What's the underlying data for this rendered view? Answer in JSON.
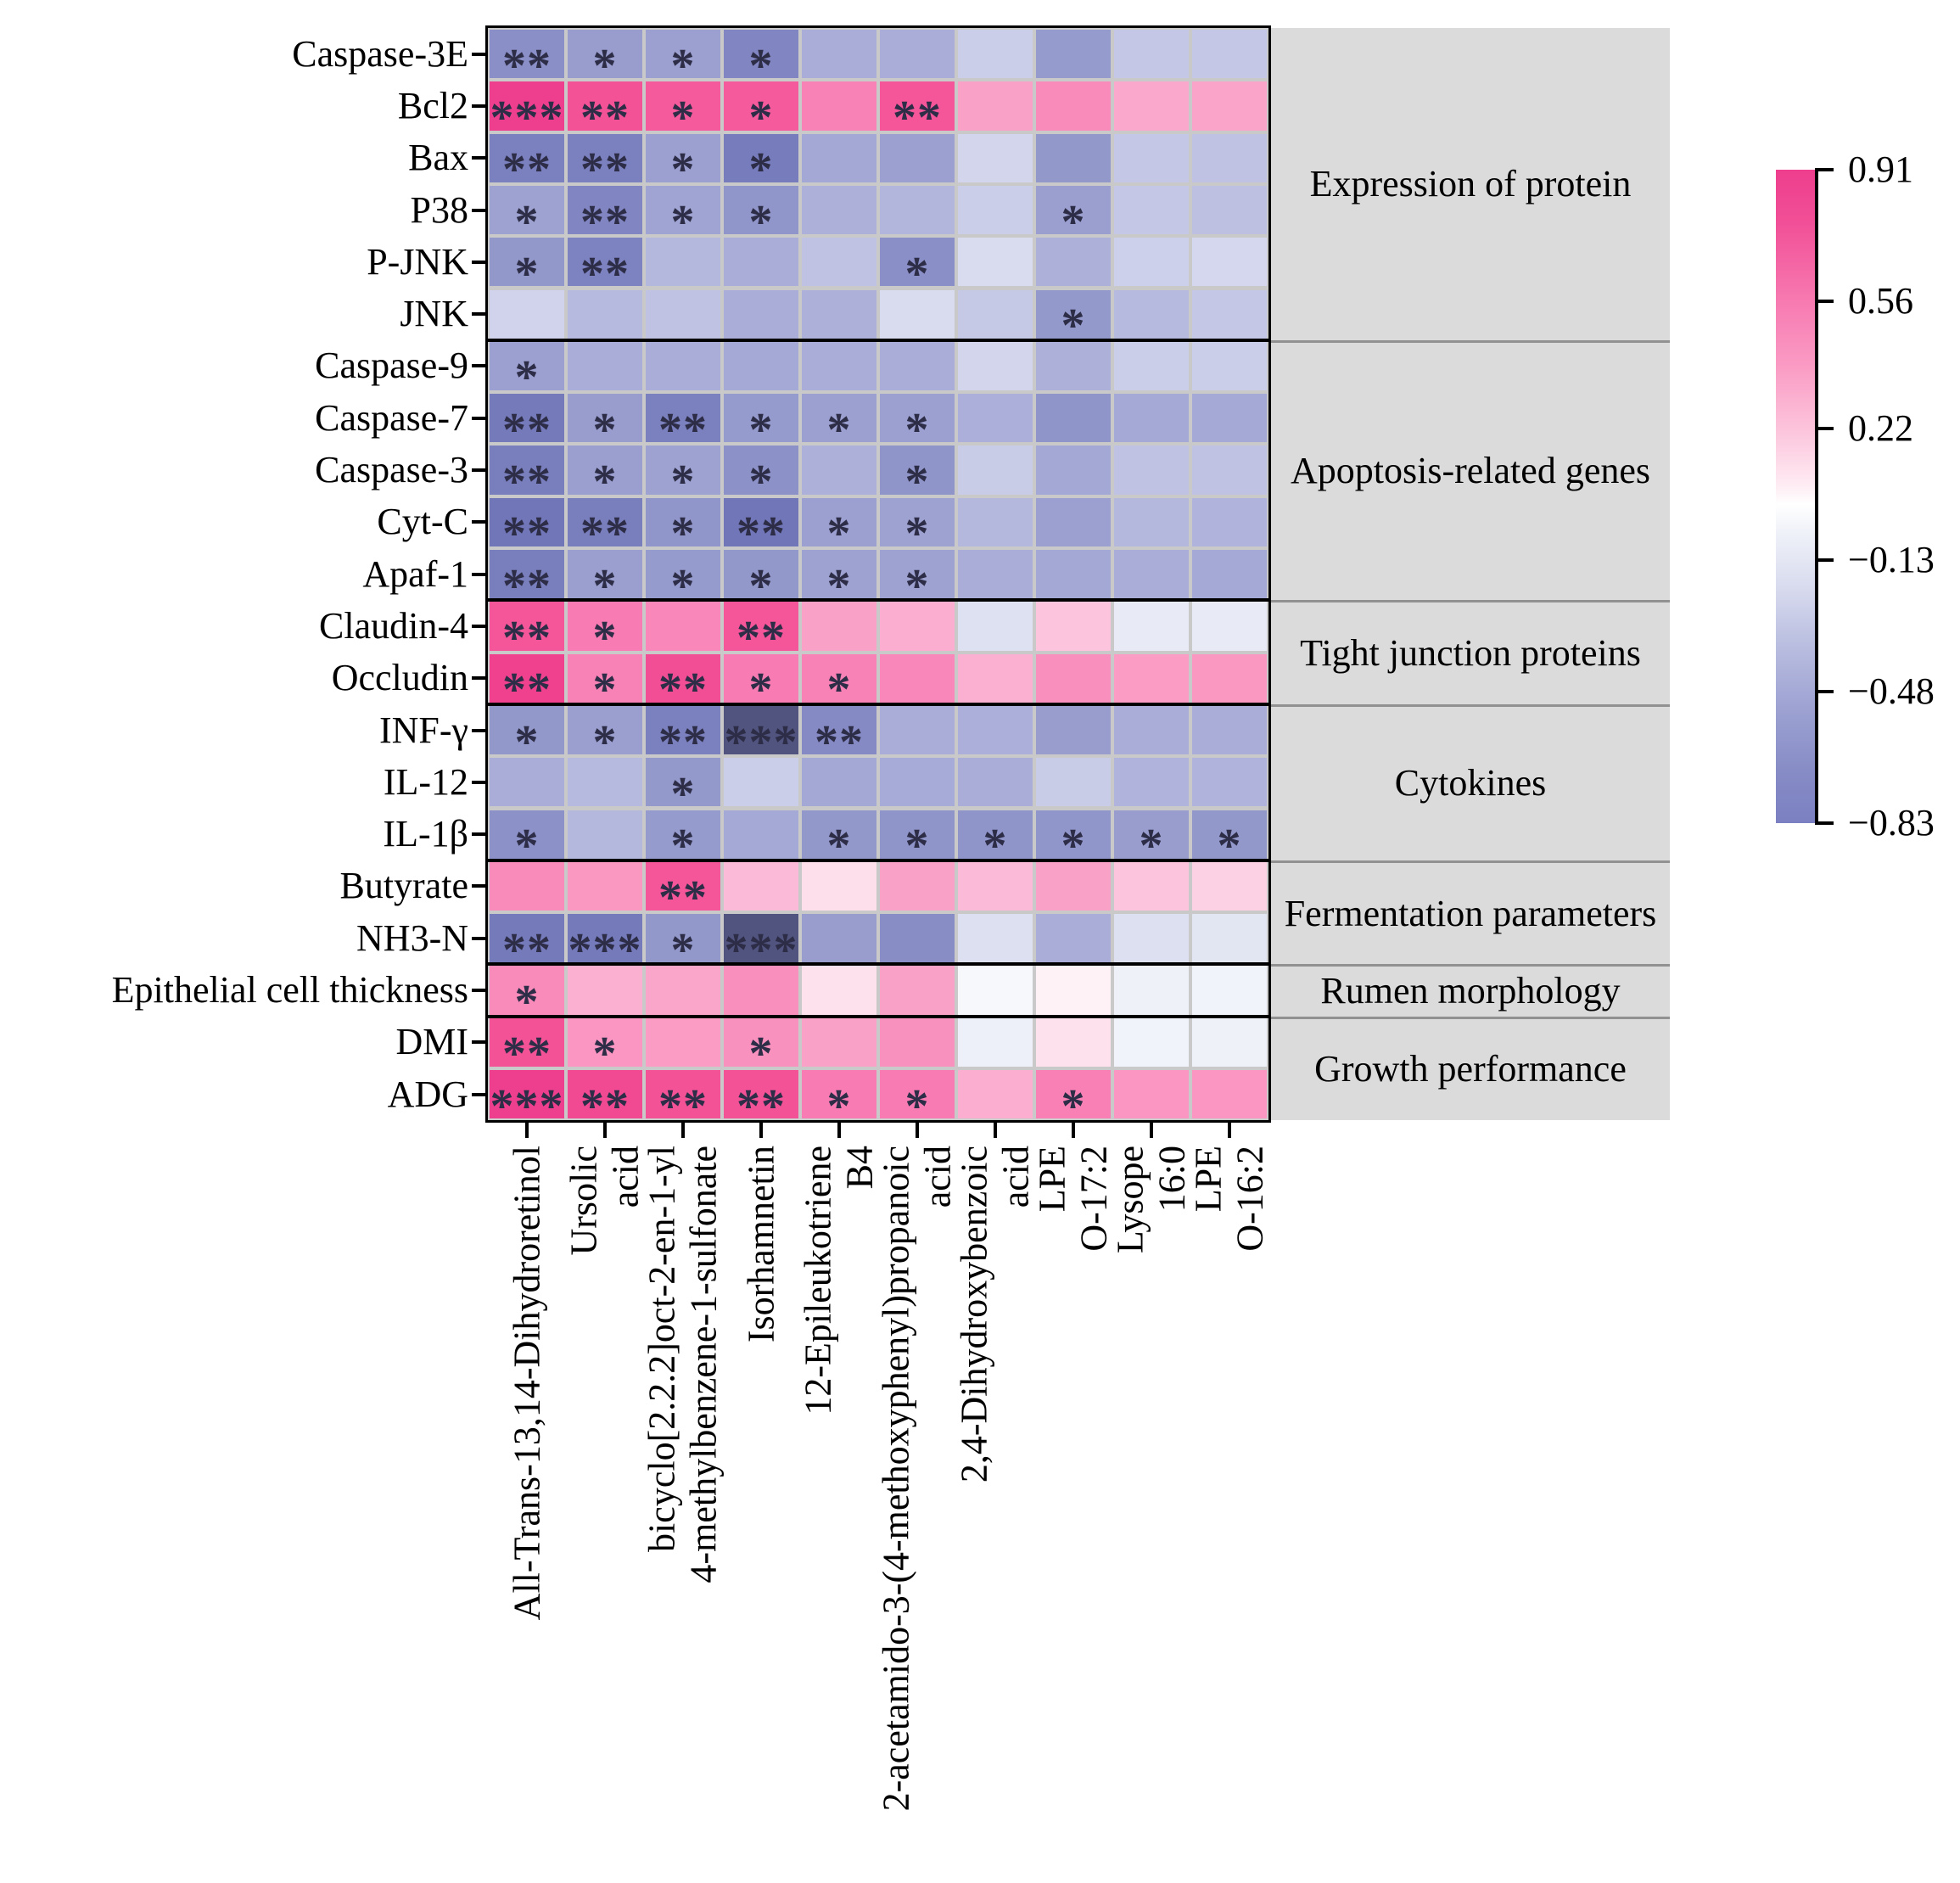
{
  "chart_data": {
    "type": "heatmap",
    "title": "",
    "rows": [
      "Caspase-3E",
      "Bcl2",
      "Bax",
      "P38",
      "P-JNK",
      "JNK",
      "Caspase-9",
      "Caspase-7",
      "Caspase-3",
      "Cyt-C",
      "Apaf-1",
      "Claudin-4",
      "Occludin",
      "INF-γ",
      "IL-12",
      "IL-1β",
      "Butyrate",
      "NH3-N",
      "Epithelial cell thickness",
      "DMI",
      "ADG"
    ],
    "row_groups": [
      {
        "label": "Expression of protein",
        "row_count": 6
      },
      {
        "label": "Apoptosis-related genes",
        "row_count": 5
      },
      {
        "label": "Tight junction proteins",
        "row_count": 2
      },
      {
        "label": "Cytokines",
        "row_count": 3
      },
      {
        "label": "Fermentation parameters",
        "row_count": 2
      },
      {
        "label": "Rumen morphology",
        "row_count": 1
      },
      {
        "label": "Growth performance",
        "row_count": 2
      }
    ],
    "columns": [
      {
        "lines": [
          "All-Trans-13,14-Dihydroretinol"
        ]
      },
      {
        "lines": [
          "Ursolic",
          "acid"
        ]
      },
      {
        "lines": [
          "bicyclo[2.2.2]oct-2-en-1-yl",
          "4-methylbenzene-1-sulfonate"
        ]
      },
      {
        "lines": [
          "Isorhamnetin"
        ]
      },
      {
        "lines": [
          "12-Epileukotriene",
          "B4"
        ]
      },
      {
        "lines": [
          "2-acetamido-3-(4-methoxyphenyl)propanoic",
          "acid"
        ]
      },
      {
        "lines": [
          "2,4-Dihydroxybenzoic",
          "acid"
        ]
      },
      {
        "lines": [
          "LPE",
          "O-17:2"
        ]
      },
      {
        "lines": [
          "Lysope",
          "16:0"
        ]
      },
      {
        "lines": [
          "LPE",
          "O-16:2"
        ]
      }
    ],
    "values": [
      [
        -0.57,
        -0.49,
        -0.47,
        -0.62,
        -0.4,
        -0.4,
        -0.25,
        -0.5,
        -0.28,
        -0.28
      ],
      [
        0.88,
        0.72,
        0.68,
        0.68,
        0.52,
        0.7,
        0.38,
        0.48,
        0.35,
        0.37
      ],
      [
        -0.65,
        -0.65,
        -0.47,
        -0.67,
        -0.43,
        -0.47,
        -0.22,
        -0.52,
        -0.28,
        -0.3
      ],
      [
        -0.46,
        -0.62,
        -0.45,
        -0.53,
        -0.38,
        -0.36,
        -0.25,
        -0.48,
        -0.28,
        -0.31
      ],
      [
        -0.52,
        -0.64,
        -0.35,
        -0.4,
        -0.3,
        -0.57,
        -0.18,
        -0.38,
        -0.24,
        -0.21
      ],
      [
        -0.23,
        -0.34,
        -0.3,
        -0.4,
        -0.38,
        -0.18,
        -0.27,
        -0.51,
        -0.34,
        -0.28
      ],
      [
        -0.47,
        -0.4,
        -0.4,
        -0.42,
        -0.4,
        -0.4,
        -0.22,
        -0.38,
        -0.25,
        -0.25
      ],
      [
        -0.68,
        -0.49,
        -0.65,
        -0.5,
        -0.47,
        -0.47,
        -0.39,
        -0.54,
        -0.42,
        -0.42
      ],
      [
        -0.66,
        -0.48,
        -0.46,
        -0.56,
        -0.38,
        -0.54,
        -0.26,
        -0.43,
        -0.3,
        -0.3
      ],
      [
        -0.7,
        -0.66,
        -0.53,
        -0.7,
        -0.47,
        -0.46,
        -0.35,
        -0.47,
        -0.35,
        -0.37
      ],
      [
        -0.66,
        -0.48,
        -0.5,
        -0.52,
        -0.46,
        -0.46,
        -0.4,
        -0.43,
        -0.4,
        -0.42
      ],
      [
        0.7,
        0.55,
        0.5,
        0.7,
        0.38,
        0.33,
        -0.15,
        0.24,
        -0.1,
        -0.1
      ],
      [
        0.8,
        0.52,
        0.74,
        0.55,
        0.52,
        0.5,
        0.32,
        0.46,
        0.4,
        0.42
      ],
      [
        -0.52,
        -0.48,
        -0.65,
        -0.83,
        -0.6,
        -0.4,
        -0.39,
        -0.49,
        -0.4,
        -0.4
      ],
      [
        -0.4,
        -0.34,
        -0.51,
        -0.25,
        -0.43,
        -0.41,
        -0.4,
        -0.26,
        -0.37,
        -0.37
      ],
      [
        -0.56,
        -0.35,
        -0.5,
        -0.42,
        -0.52,
        -0.54,
        -0.54,
        -0.53,
        -0.49,
        -0.52
      ],
      [
        0.48,
        0.42,
        0.7,
        0.28,
        0.15,
        0.38,
        0.28,
        0.38,
        0.24,
        0.2
      ],
      [
        -0.68,
        -0.68,
        -0.52,
        -0.83,
        -0.49,
        -0.58,
        -0.16,
        -0.4,
        -0.16,
        -0.13
      ],
      [
        0.48,
        0.32,
        0.36,
        0.46,
        0.14,
        0.38,
        -0.03,
        0.05,
        -0.06,
        -0.05
      ],
      [
        0.72,
        0.43,
        0.4,
        0.45,
        0.38,
        0.45,
        -0.07,
        0.14,
        -0.05,
        -0.06
      ],
      [
        0.88,
        0.76,
        0.72,
        0.72,
        0.55,
        0.55,
        0.33,
        0.53,
        0.43,
        0.43
      ]
    ],
    "significance": [
      [
        "**",
        "*",
        "*",
        "*",
        "",
        "",
        "",
        "",
        "",
        ""
      ],
      [
        "***",
        "**",
        "*",
        "*",
        "",
        "**",
        "",
        "",
        "",
        ""
      ],
      [
        "**",
        "**",
        "*",
        "*",
        "",
        "",
        "",
        "",
        "",
        ""
      ],
      [
        "*",
        "**",
        "*",
        "*",
        "",
        "",
        "",
        "*",
        "",
        ""
      ],
      [
        "*",
        "**",
        "",
        "",
        "",
        "*",
        "",
        "",
        "",
        ""
      ],
      [
        "",
        "",
        "",
        "",
        "",
        "",
        "",
        "*",
        "",
        ""
      ],
      [
        "*",
        "",
        "",
        "",
        "",
        "",
        "",
        "",
        "",
        ""
      ],
      [
        "**",
        "*",
        "**",
        "*",
        "*",
        "*",
        "",
        "",
        "",
        ""
      ],
      [
        "**",
        "*",
        "*",
        "*",
        "",
        "*",
        "",
        "",
        "",
        ""
      ],
      [
        "**",
        "**",
        "*",
        "**",
        "*",
        "*",
        "",
        "",
        "",
        ""
      ],
      [
        "**",
        "*",
        "*",
        "*",
        "*",
        "*",
        "",
        "",
        "",
        ""
      ],
      [
        "**",
        "*",
        "",
        "**",
        "",
        "",
        "",
        "",
        "",
        ""
      ],
      [
        "**",
        "*",
        "**",
        "*",
        "*",
        "",
        "",
        "",
        "",
        ""
      ],
      [
        "*",
        "*",
        "**",
        "***",
        "**",
        "",
        "",
        "",
        "",
        ""
      ],
      [
        "",
        "",
        "*",
        "",
        "",
        "",
        "",
        "",
        "",
        ""
      ],
      [
        "*",
        "",
        "*",
        "",
        "*",
        "*",
        "*",
        "*",
        "*",
        "*"
      ],
      [
        "",
        "",
        "**",
        "",
        "",
        "",
        "",
        "",
        "",
        ""
      ],
      [
        "**",
        "***",
        "*",
        "***",
        "",
        "",
        "",
        "",
        "",
        ""
      ],
      [
        "*",
        "",
        "",
        "",
        "",
        "",
        "",
        "",
        "",
        ""
      ],
      [
        "**",
        "*",
        "",
        "*",
        "",
        "",
        "",
        "",
        "",
        ""
      ],
      [
        "***",
        "**",
        "**",
        "**",
        "*",
        "*",
        "",
        "*",
        "",
        ""
      ]
    ],
    "colorbar": {
      "tick_values": [
        0.91,
        0.56,
        0.22,
        -0.13,
        -0.48,
        -0.83
      ],
      "tick_labels": [
        "0.91",
        "0.56",
        "0.22",
        "−0.13",
        "−0.48",
        "−0.83"
      ],
      "max": 0.91,
      "min": -0.83,
      "gradient_stops": [
        {
          "pct": 0,
          "color": "#ee3e8d"
        },
        {
          "pct": 8,
          "color": "#f14f97"
        },
        {
          "pct": 20,
          "color": "#f779b0"
        },
        {
          "pct": 30,
          "color": "#fa9bc4"
        },
        {
          "pct": 40,
          "color": "#fcc5dc"
        },
        {
          "pct": 48,
          "color": "#feeaf2"
        },
        {
          "pct": 51.2,
          "color": "#ffffff"
        },
        {
          "pct": 56,
          "color": "#eef0f8"
        },
        {
          "pct": 64,
          "color": "#d8dbee"
        },
        {
          "pct": 72,
          "color": "#bcc0e1"
        },
        {
          "pct": 82,
          "color": "#9ea3d3"
        },
        {
          "pct": 92,
          "color": "#878cc6"
        },
        {
          "pct": 100,
          "color": "#7b80c2"
        }
      ]
    },
    "cell_colormap": [
      {
        "v": -0.83,
        "color": "#51547f"
      },
      {
        "v": -0.7,
        "color": "#7176b8"
      },
      {
        "v": -0.62,
        "color": "#8186c2"
      },
      {
        "v": -0.5,
        "color": "#969bcd"
      },
      {
        "v": -0.4,
        "color": "#a9add8"
      },
      {
        "v": -0.3,
        "color": "#bfc2e2"
      },
      {
        "v": -0.22,
        "color": "#d2d5ec"
      },
      {
        "v": -0.13,
        "color": "#e2e5f2"
      },
      {
        "v": -0.05,
        "color": "#f1f3fa"
      },
      {
        "v": 0.0,
        "color": "#ffffff"
      },
      {
        "v": 0.05,
        "color": "#fef2f7"
      },
      {
        "v": 0.15,
        "color": "#fddfeb"
      },
      {
        "v": 0.28,
        "color": "#fbbad7"
      },
      {
        "v": 0.4,
        "color": "#fa9cc4"
      },
      {
        "v": 0.55,
        "color": "#f87cb3"
      },
      {
        "v": 0.7,
        "color": "#f45699"
      },
      {
        "v": 0.8,
        "color": "#f0418f"
      },
      {
        "v": 0.91,
        "color": "#ec3e8c"
      }
    ],
    "style_colors": {
      "panel_bg": "#dbdbdb",
      "panel_separator": "#919191",
      "grid_gap": "#c9c9c9",
      "border": "#000000",
      "significance_marker": "#2d2d47"
    },
    "legend_position": "right",
    "grid": "on"
  }
}
